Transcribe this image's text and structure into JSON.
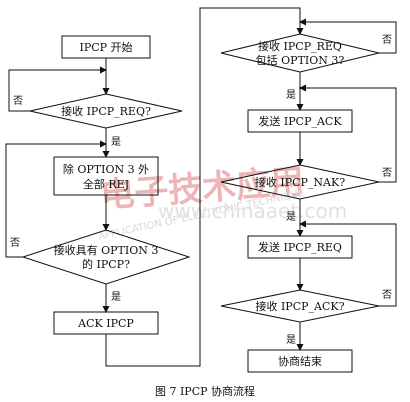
{
  "nodes": {
    "start": {
      "label": "IPCP 开始"
    },
    "d1": {
      "label": "接收 IPCP_REQ?"
    },
    "p1": {
      "line1": "除 OPTION 3 外",
      "line2": "全部 REJ"
    },
    "d2": {
      "line1": "接收具有 OPTION 3",
      "line2": "的 IPCP?"
    },
    "p2": {
      "label": "ACK IPCP"
    },
    "d3": {
      "line1": "接收 IPCP_REQ",
      "line2": "包括 OPTION 3?"
    },
    "p3": {
      "label": "发送 IPCP_ACK"
    },
    "d4": {
      "label": "接收 IPCP_NAK?"
    },
    "p4": {
      "label": "发送 IPCP_REQ"
    },
    "d5": {
      "label": "接收 IPCP_ACK?"
    },
    "end": {
      "label": "协商结束"
    }
  },
  "edges": {
    "yes": "是",
    "no": "否"
  },
  "caption": "图 7  IPCP 协商流程",
  "watermark": {
    "logo": "电子技术应用",
    "line1": "APPLICATION OF ELECTRONIC TECHNIQUE",
    "line2": "www.chinaaet.com"
  },
  "colors": {
    "line": "#111111",
    "watermark_logo": "#e07a7a",
    "watermark_text": "#c8c8c8"
  }
}
